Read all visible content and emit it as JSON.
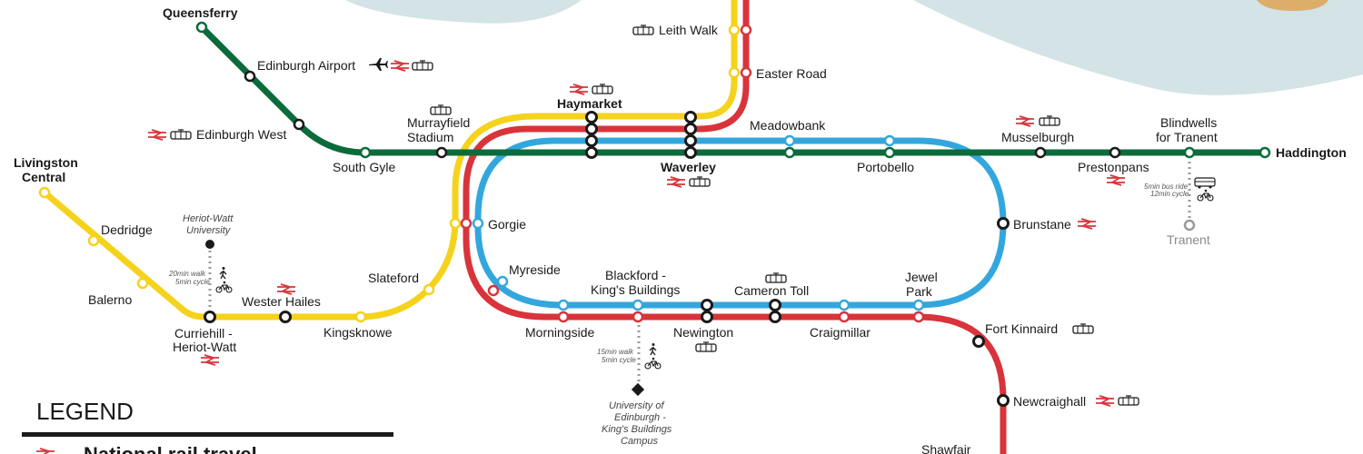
{
  "colors": {
    "green": "#0b6b3a",
    "yellow": "#f5d21c",
    "red": "#d8343a",
    "blue": "#33a7dd",
    "water": "#d3e3e6",
    "sun": "#dcae6a",
    "connector": "#9a9a9a",
    "rail_icon": "#d8343a"
  },
  "lines": [
    {
      "id": "green",
      "name": ""
    },
    {
      "id": "yellow",
      "name": ""
    },
    {
      "id": "red",
      "name": ""
    },
    {
      "id": "blue",
      "name": ""
    }
  ],
  "stations": {
    "queensferry": "Queensferry",
    "edinburgh_airport": "Edinburgh Airport",
    "edinburgh_west": "Edinburgh West",
    "south_gyle": "South Gyle",
    "murrayfield_1": "Murrayfield",
    "murrayfield_2": "Stadium",
    "haymarket": "Haymarket",
    "leith_walk": "Leith Walk",
    "easter_road": "Easter Road",
    "meadowbank": "Meadowbank",
    "waverley": "Waverley",
    "portobello": "Portobello",
    "musselburgh": "Musselburgh",
    "prestonpans": "Prestonpans",
    "blindwells_1": "Blindwells",
    "blindwells_2": "for Tranent",
    "haddington": "Haddington",
    "tranent": "Tranent",
    "livingston_1": "Livingston",
    "livingston_2": "Central",
    "dedridge": "Dedridge",
    "balerno": "Balerno",
    "curriehill_1": "Curriehill -",
    "curriehill_2": "Heriot-Watt",
    "wester_hailes": "Wester Hailes",
    "kingsknowe": "Kingsknowe",
    "slateford": "Slateford",
    "gorgie": "Gorgie",
    "myreside": "Myreside",
    "morningside": "Morningside",
    "blackford_1": "Blackford -",
    "blackford_2": "King's Buildings",
    "newington": "Newington",
    "cameron_toll": "Cameron Toll",
    "craigmillar": "Craigmillar",
    "jewel_1": "Jewel",
    "jewel_2": "Park",
    "brunstane": "Brunstane",
    "fort_kinnaird": "Fort Kinnaird",
    "newcraighall": "Newcraighall",
    "shawfair": "Shawfair"
  },
  "notes": {
    "heriot_watt_uni_1": "Heriot-Watt",
    "heriot_watt_uni_2": "University",
    "hw_walk": "20min walk",
    "hw_cycle": "5min cycle",
    "kb_walk": "15min walk",
    "kb_cycle": "5min cycle",
    "kb_uni_1": "University of",
    "kb_uni_2": "Edinburgh -",
    "kb_uni_3": "King's Buildings",
    "kb_uni_4": "Campus",
    "tranent_bus": "5min bus ride",
    "tranent_cycle": "12min cycle"
  },
  "legend": {
    "title": "LEGEND",
    "first_item": "National rail travel"
  }
}
